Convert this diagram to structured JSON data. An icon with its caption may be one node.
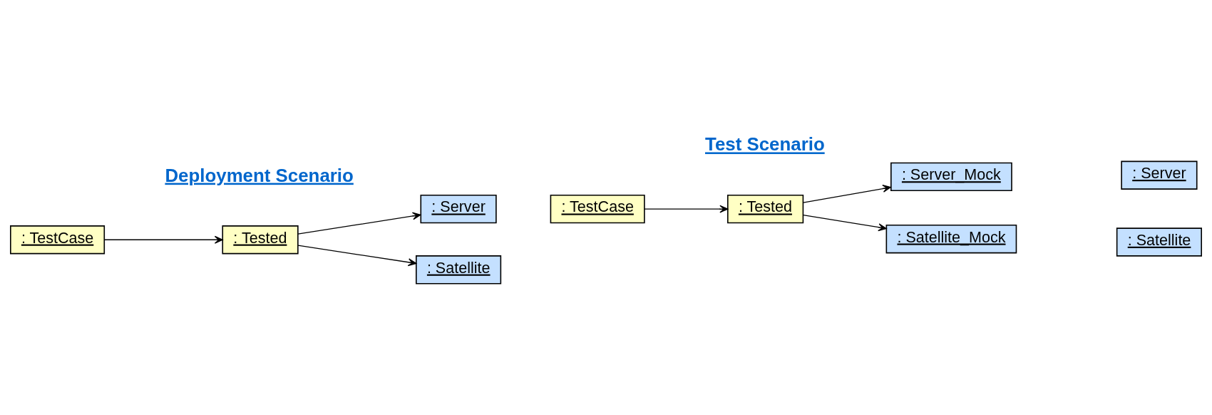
{
  "diagram": {
    "nodes": [
      {
        "text": [
          ": TestCase"
        ]
      },
      {
        "text": [
          ": Tested"
        ]
      },
      {
        "text": [
          ": Server"
        ]
      },
      {
        "text": [
          ": Satellite"
        ]
      },
      {
        "text": [
          ": Server_Mock"
        ]
      },
      {
        "text": [
          ": TestCase"
        ]
      },
      {
        "text": [
          ": Tested"
        ]
      },
      {
        "text": [
          ": Server"
        ]
      },
      {
        "text": [
          ": Satellite_Mock"
        ]
      },
      {
        "text": [
          ": Satellite"
        ]
      }
    ],
    "edges": [
      {
        "from": 0,
        "to": 1,
        "arrow": "to"
      },
      {
        "from": 1,
        "to": 2,
        "arrow": "to"
      },
      {
        "from": 1,
        "to": 3,
        "arrow": "to"
      },
      {
        "from": 5,
        "to": 6,
        "arrow": "to"
      },
      {
        "from": 6,
        "to": 4,
        "arrow": "to"
      },
      {
        "from": 6,
        "to": 8,
        "arrow": "to"
      }
    ],
    "labels": [
      "Deployment Scenario",
      "Test Scenario"
    ]
  }
}
